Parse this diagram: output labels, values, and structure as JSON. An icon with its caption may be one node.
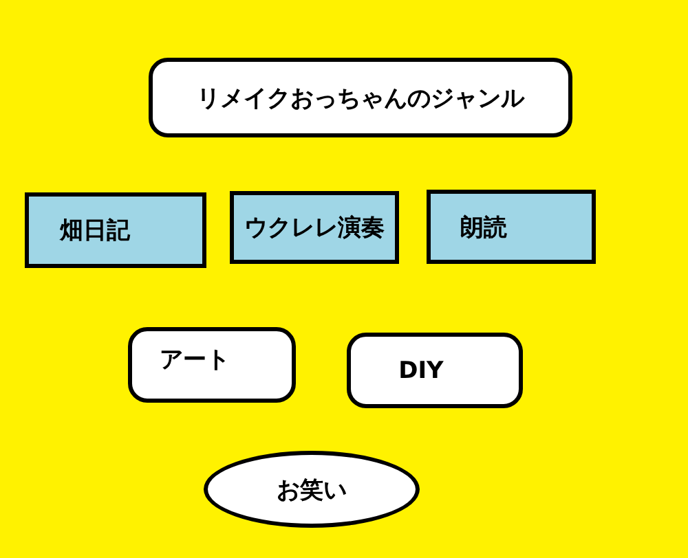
{
  "diagram": {
    "nodes": [
      {
        "text": [
          "リメイクおっちゃんのジャンル"
        ]
      },
      {
        "text": [
          "畑日記"
        ]
      },
      {
        "text": [
          "ウクレレ演奏"
        ]
      },
      {
        "text": [
          "朗読"
        ]
      },
      {
        "text": [
          "アート"
        ]
      },
      {
        "text": [
          "DIY"
        ]
      },
      {
        "text": [
          "お笑い"
        ]
      }
    ]
  }
}
